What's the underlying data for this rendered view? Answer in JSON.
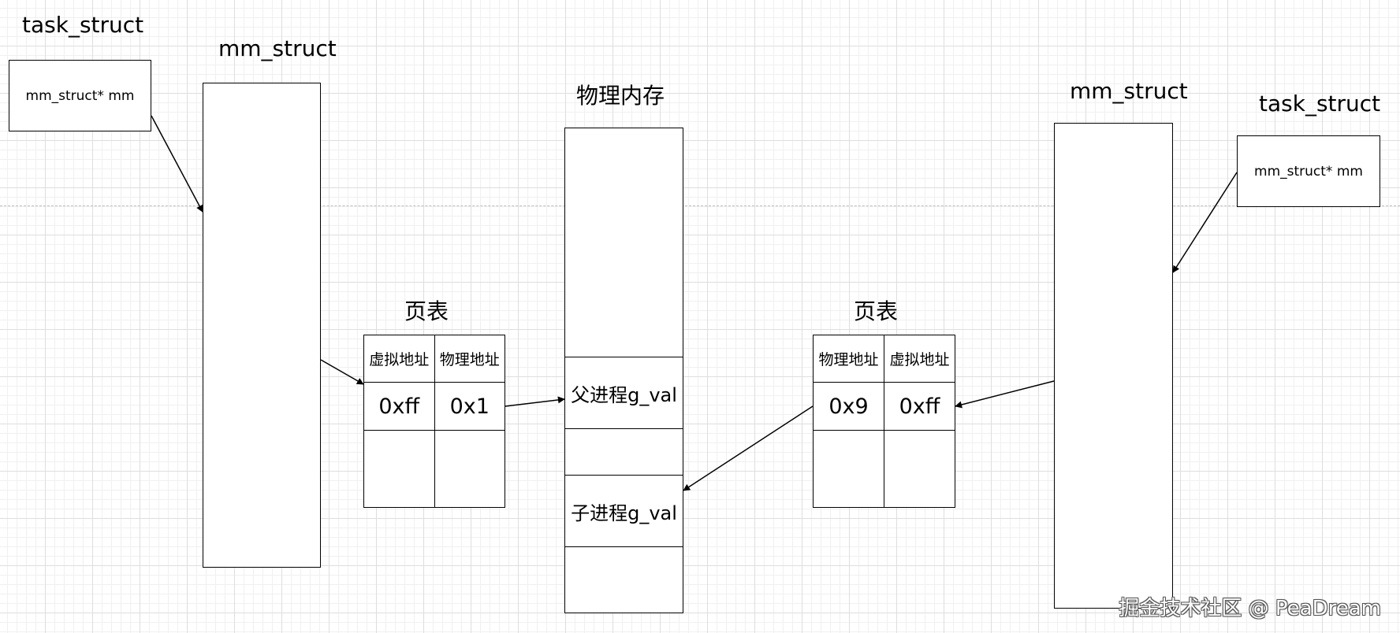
{
  "left_process": {
    "task_struct_title": "task_struct",
    "task_struct_field": "mm_struct* mm",
    "mm_struct_title": "mm_struct",
    "page_table": {
      "title": "页表",
      "headers": [
        "虚拟地址",
        "物理地址"
      ],
      "row": [
        "0xff",
        "0x1"
      ]
    }
  },
  "physical_memory": {
    "title": "物理内存",
    "parent_cell": "父进程g_val",
    "child_cell": "子进程g_val"
  },
  "right_process": {
    "task_struct_title": "task_struct",
    "task_struct_field": "mm_struct* mm",
    "mm_struct_title": "mm_struct",
    "page_table": {
      "title": "页表",
      "headers": [
        "物理地址",
        "虚拟地址"
      ],
      "row": [
        "0x9",
        "0xff"
      ]
    }
  },
  "watermark": "掘金技术社区 @ PeaDream"
}
